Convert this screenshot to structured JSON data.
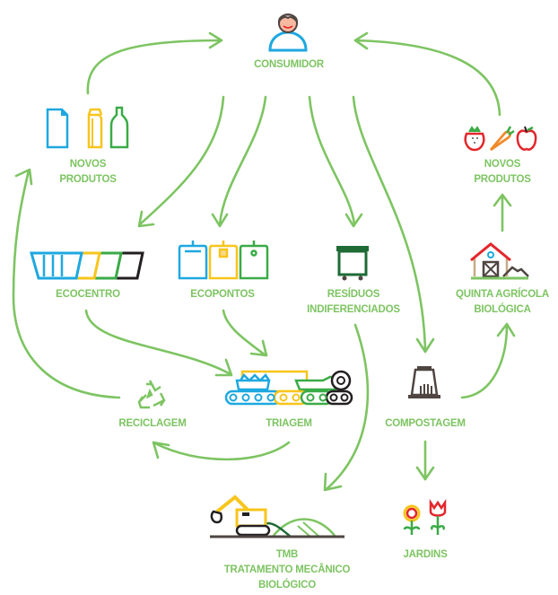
{
  "diagram": {
    "colors": {
      "label": "#7dc462",
      "arrow": "#7dc462",
      "blue": "#1ea8e0",
      "yellow": "#f7c51c",
      "green": "#3aab47",
      "black": "#231f20",
      "dark_green": "#1e6b36",
      "red": "#e3262b",
      "orange": "#f08a2b",
      "brown": "#4f4541",
      "skin": "#f7b9a0"
    },
    "nodes": {
      "consumidor": {
        "label": "CONSUMIDOR",
        "icon": "person-icon"
      },
      "novos_produtos_left": {
        "line1": "NOVOS",
        "line2": "PRODUTOS",
        "icons": [
          "paper-icon",
          "carton-icon",
          "bottle-icon"
        ]
      },
      "novos_produtos_right": {
        "line1": "NOVOS",
        "line2": "PRODUTOS",
        "icons": [
          "strawberry-icon",
          "carrot-icon",
          "apple-icon"
        ]
      },
      "ecocentro": {
        "label": "ECOCENTRO",
        "icon": "skip-containers-icon"
      },
      "ecopontos": {
        "label": "ECOPONTOS",
        "icon": "recycling-bins-icon"
      },
      "residuos": {
        "line1": "RESÍDUOS",
        "line2": "INDIFERENCIADOS",
        "icon": "waste-container-icon"
      },
      "quinta": {
        "line1": "QUINTA AGRÍCOLA",
        "line2": "BIOLÓGICA",
        "icon": "farm-barn-icon"
      },
      "reciclagem": {
        "label": "RECICLAGEM",
        "icon": "recycle-icon"
      },
      "triagem": {
        "label": "TRIAGEM",
        "icon": "conveyor-belt-icon"
      },
      "compostagem": {
        "label": "COMPOSTAGEM",
        "icon": "composter-icon"
      },
      "tmb": {
        "line1": "TMB",
        "line2": "TRATAMENTO MECÂNICO",
        "line3": "BIOLÓGICO",
        "icon": "excavator-icon"
      },
      "jardins": {
        "label": "JARDINS",
        "icon": "flowers-icon"
      }
    },
    "edges": [
      {
        "from": "novos_produtos_left",
        "to": "consumidor"
      },
      {
        "from": "novos_produtos_right",
        "to": "consumidor"
      },
      {
        "from": "consumidor",
        "to": "ecocentro"
      },
      {
        "from": "consumidor",
        "to": "ecopontos"
      },
      {
        "from": "consumidor",
        "to": "residuos"
      },
      {
        "from": "consumidor",
        "to": "compostagem"
      },
      {
        "from": "ecocentro",
        "to": "triagem"
      },
      {
        "from": "ecopontos",
        "to": "triagem"
      },
      {
        "from": "triagem",
        "to": "reciclagem"
      },
      {
        "from": "reciclagem",
        "to": "novos_produtos_left"
      },
      {
        "from": "residuos",
        "to": "tmb"
      },
      {
        "from": "compostagem",
        "to": "quinta"
      },
      {
        "from": "compostagem",
        "to": "jardins"
      },
      {
        "from": "quinta",
        "to": "novos_produtos_right"
      }
    ]
  }
}
